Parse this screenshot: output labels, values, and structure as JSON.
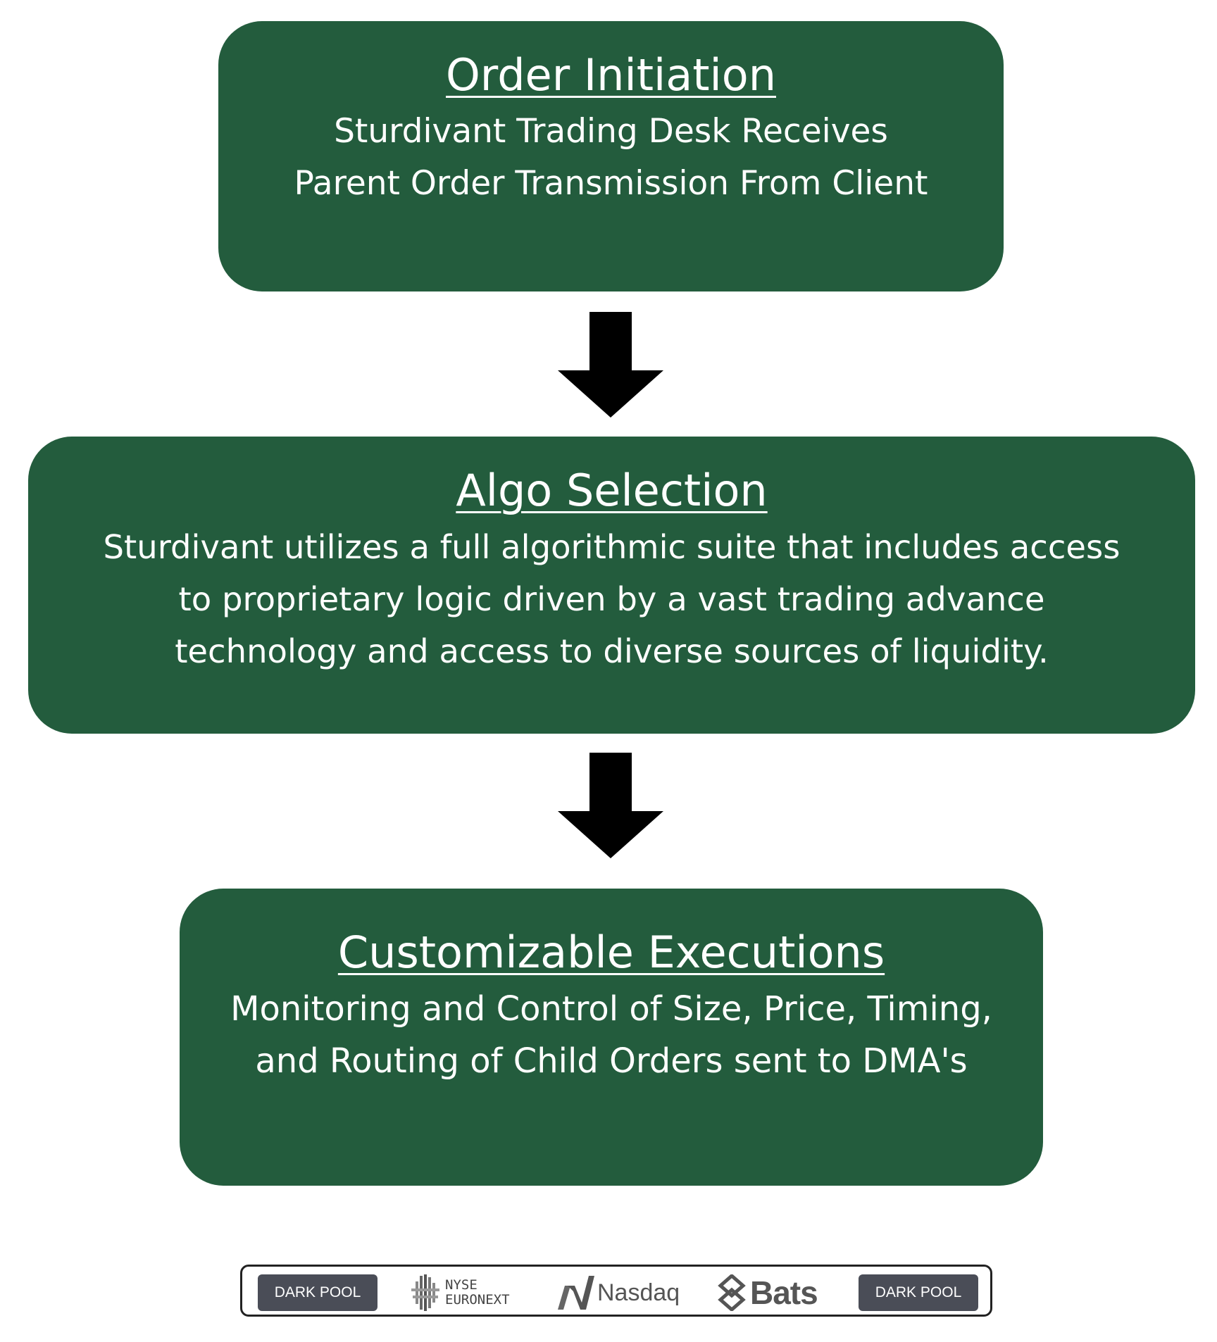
{
  "steps": [
    {
      "title": "Order Initiation",
      "lines": [
        "Sturdivant Trading Desk Receives",
        "Parent Order Transmission From Client"
      ]
    },
    {
      "title": "Algo Selection",
      "lines": [
        "Sturdivant utilizes a full algorithmic suite that includes access",
        "to proprietary logic driven by a vast trading advance",
        "technology and access to diverse sources of liquidity."
      ]
    },
    {
      "title": "Customizable Executions",
      "lines": [
        "Monitoring and Control of Size, Price, Timing,",
        "and Routing of Child Orders sent to DMA's"
      ]
    }
  ],
  "venues": {
    "dark_pool_left": "DARK POOL",
    "nyse_line1": "NYSE",
    "nyse_line2": "EURONEXT",
    "nasdaq": "Nasdaq",
    "bats": "Bats",
    "dark_pool_right": "DARK POOL"
  },
  "colors": {
    "box_fill": "#235c3d",
    "arrow": "#000000",
    "text": "#ffffff"
  }
}
